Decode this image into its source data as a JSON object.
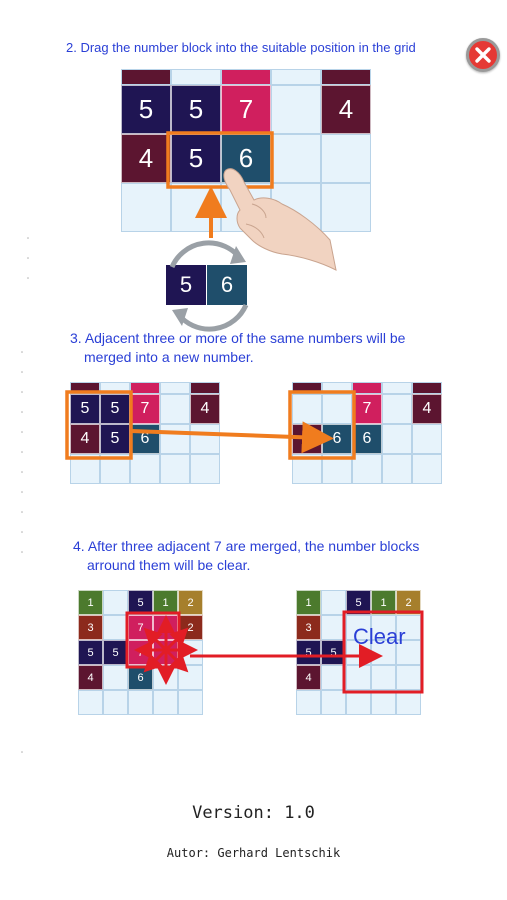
{
  "header": {
    "close_icon": "close-x-icon"
  },
  "steps": [
    {
      "number": "2.",
      "text": "Drag the number block into the suitable position in the grid"
    },
    {
      "number": "3.",
      "text_line1": "Adjacent three or more of the same numbers will be",
      "text_line2": "merged into a new number."
    },
    {
      "number": "4.",
      "text_line1": "After three adjacent 7 are merged, the number blocks",
      "text_line2": "arround them will be clear."
    }
  ],
  "colors": {
    "navy": "#1f1553",
    "crimson": "#d01f5e",
    "teal": "#1f4e6b",
    "maroon": "#5c1530",
    "olive": "#4c7a2d",
    "tan": "#a67f2c",
    "rust": "#8c2a1c",
    "empty": "#e7f3fb",
    "text_blue": "#2a3fd6",
    "highlight_orange": "#f07c1e",
    "highlight_red": "#e21d25"
  },
  "illustration_step2": {
    "top_strip": [
      "maroon",
      "empty",
      "crimson",
      "empty",
      "maroon"
    ],
    "rows": [
      [
        {
          "v": "5",
          "c": "navy"
        },
        {
          "v": "5",
          "c": "navy"
        },
        {
          "v": "7",
          "c": "crimson"
        },
        {
          "v": "",
          "c": "empty"
        },
        {
          "v": "4",
          "c": "maroon"
        }
      ],
      [
        {
          "v": "4",
          "c": "maroon"
        },
        {
          "v": "5",
          "c": "navy"
        },
        {
          "v": "6",
          "c": "teal"
        },
        {
          "v": "",
          "c": "empty"
        },
        {
          "v": "",
          "c": "empty"
        }
      ],
      [
        {
          "v": "",
          "c": "empty"
        },
        {
          "v": "",
          "c": "empty"
        },
        {
          "v": "",
          "c": "empty"
        },
        {
          "v": "",
          "c": "empty"
        },
        {
          "v": "",
          "c": "empty"
        }
      ]
    ],
    "piece": [
      {
        "v": "5",
        "c": "navy"
      },
      {
        "v": "6",
        "c": "teal"
      }
    ],
    "hand_icon": "pointing-hand-icon",
    "rotate_icon": "rotate-arrows-icon"
  },
  "illustration_step3": {
    "before": {
      "top_strip": [
        "maroon",
        "empty",
        "crimson",
        "empty",
        "maroon"
      ],
      "rows": [
        [
          {
            "v": "5",
            "c": "navy"
          },
          {
            "v": "5",
            "c": "navy"
          },
          {
            "v": "7",
            "c": "crimson"
          },
          {
            "v": "",
            "c": "empty"
          },
          {
            "v": "4",
            "c": "maroon"
          }
        ],
        [
          {
            "v": "4",
            "c": "maroon"
          },
          {
            "v": "5",
            "c": "navy"
          },
          {
            "v": "6",
            "c": "teal"
          },
          {
            "v": "",
            "c": "empty"
          },
          {
            "v": "",
            "c": "empty"
          }
        ],
        [
          {
            "v": "",
            "c": "empty"
          },
          {
            "v": "",
            "c": "empty"
          },
          {
            "v": "",
            "c": "empty"
          },
          {
            "v": "",
            "c": "empty"
          },
          {
            "v": "",
            "c": "empty"
          }
        ]
      ]
    },
    "after": {
      "top_strip": [
        "maroon",
        "empty",
        "crimson",
        "empty",
        "maroon"
      ],
      "rows": [
        [
          {
            "v": "",
            "c": "empty"
          },
          {
            "v": "",
            "c": "empty"
          },
          {
            "v": "7",
            "c": "crimson"
          },
          {
            "v": "",
            "c": "empty"
          },
          {
            "v": "4",
            "c": "maroon"
          }
        ],
        [
          {
            "v": "4",
            "c": "maroon"
          },
          {
            "v": "6",
            "c": "teal"
          },
          {
            "v": "6",
            "c": "teal"
          },
          {
            "v": "",
            "c": "empty"
          },
          {
            "v": "",
            "c": "empty"
          }
        ],
        [
          {
            "v": "",
            "c": "empty"
          },
          {
            "v": "",
            "c": "empty"
          },
          {
            "v": "",
            "c": "empty"
          },
          {
            "v": "",
            "c": "empty"
          },
          {
            "v": "",
            "c": "empty"
          }
        ]
      ]
    }
  },
  "illustration_step4": {
    "before": {
      "rows": [
        [
          {
            "v": "1",
            "c": "olive"
          },
          {
            "v": "",
            "c": "empty"
          },
          {
            "v": "5",
            "c": "navy"
          },
          {
            "v": "1",
            "c": "olive"
          },
          {
            "v": "2",
            "c": "tan"
          }
        ],
        [
          {
            "v": "3",
            "c": "rust"
          },
          {
            "v": "",
            "c": "empty"
          },
          {
            "v": "7",
            "c": "crimson"
          },
          {
            "v": "7",
            "c": "crimson"
          },
          {
            "v": "2",
            "c": "rust"
          }
        ],
        [
          {
            "v": "5",
            "c": "navy"
          },
          {
            "v": "5",
            "c": "navy"
          },
          {
            "v": "7",
            "c": "crimson"
          },
          {
            "v": "7",
            "c": "crimson"
          },
          {
            "v": "",
            "c": "empty"
          }
        ],
        [
          {
            "v": "4",
            "c": "maroon"
          },
          {
            "v": "",
            "c": "empty"
          },
          {
            "v": "6",
            "c": "teal"
          },
          {
            "v": "",
            "c": "empty"
          },
          {
            "v": "",
            "c": "empty"
          }
        ],
        [
          {
            "v": "",
            "c": "empty"
          },
          {
            "v": "",
            "c": "empty"
          },
          {
            "v": "",
            "c": "empty"
          },
          {
            "v": "",
            "c": "empty"
          },
          {
            "v": "",
            "c": "empty"
          }
        ]
      ]
    },
    "after": {
      "rows": [
        [
          {
            "v": "1",
            "c": "olive"
          },
          {
            "v": "",
            "c": "empty"
          },
          {
            "v": "5",
            "c": "navy"
          },
          {
            "v": "1",
            "c": "olive"
          },
          {
            "v": "2",
            "c": "tan"
          }
        ],
        [
          {
            "v": "3",
            "c": "rust"
          },
          {
            "v": "",
            "c": "empty"
          },
          {
            "v": "",
            "c": "empty"
          },
          {
            "v": "",
            "c": "empty"
          },
          {
            "v": "",
            "c": "empty"
          }
        ],
        [
          {
            "v": "5",
            "c": "navy"
          },
          {
            "v": "5",
            "c": "navy"
          },
          {
            "v": "",
            "c": "empty"
          },
          {
            "v": "",
            "c": "empty"
          },
          {
            "v": "",
            "c": "empty"
          }
        ],
        [
          {
            "v": "4",
            "c": "maroon"
          },
          {
            "v": "",
            "c": "empty"
          },
          {
            "v": "",
            "c": "empty"
          },
          {
            "v": "",
            "c": "empty"
          },
          {
            "v": "",
            "c": "empty"
          }
        ],
        [
          {
            "v": "",
            "c": "empty"
          },
          {
            "v": "",
            "c": "empty"
          },
          {
            "v": "",
            "c": "empty"
          },
          {
            "v": "",
            "c": "empty"
          },
          {
            "v": "",
            "c": "empty"
          }
        ]
      ],
      "clear_label": "Clear"
    }
  },
  "footer": {
    "version": "Version: 1.0",
    "author": "Autor: Gerhard Lentschik"
  }
}
